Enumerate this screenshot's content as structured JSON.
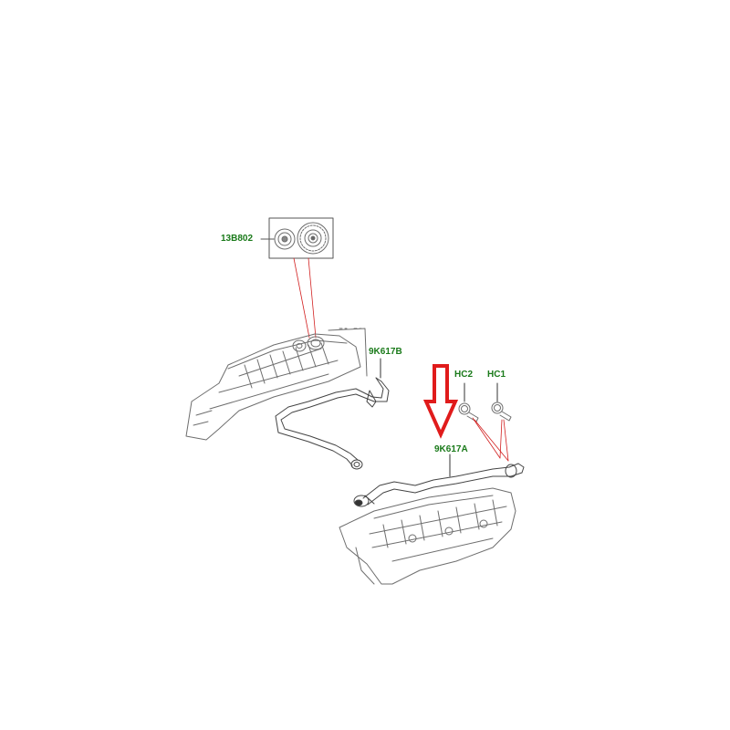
{
  "callouts": {
    "oil_separator_inset": "13B802",
    "hose_upper": "9K617B",
    "hose_lower": "9K617A",
    "clip_2": "HC2",
    "clip_1": "HC1"
  },
  "colors": {
    "callout_text": "#1a7a1a",
    "linework": "#6e6e6e",
    "leader_red": "#d22020",
    "highlight_arrow": "#e01b1b"
  }
}
